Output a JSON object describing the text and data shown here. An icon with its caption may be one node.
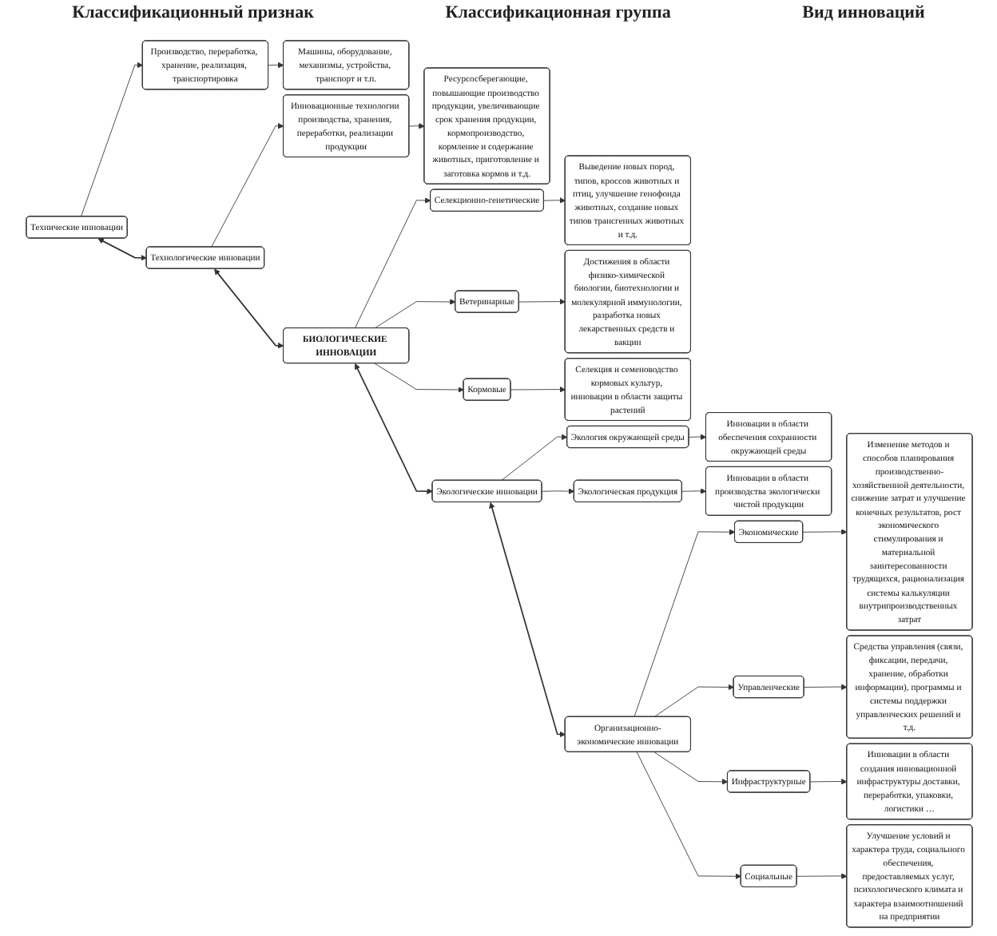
{
  "diagram": {
    "nodes": [
      {
        "text": [
          "Технические инновации"
        ]
      },
      {
        "text": [
          "Производство, переработка, хранение, реализация, транспортировка"
        ]
      },
      {
        "text": [
          "Машины, оборудование, механизмы, устройства, транспорт и т.п."
        ]
      },
      {
        "text": [
          "Технологические инновации"
        ]
      },
      {
        "text": [
          "Инновационные технологии производства, хранения, переработки, реализации продукции"
        ]
      },
      {
        "text": [
          "Ресурсосберегающие, повышающие производство продукции, увеличивающие срок хранения продукции, кормопроизводство, кормление и содержание животных, приготовление и заготовка кормов и т.д."
        ]
      },
      {
        "text": [
          "БИОЛОГИЧЕСКИЕ ИННОВАЦИИ"
        ]
      },
      {
        "text": [
          "Селекционно-генетические"
        ]
      },
      {
        "text": [
          "Выведение новых пород, типов, кроссов животных и птиц, улучшение генофонда животных, создание новых типов трансгенных животных и т.д."
        ]
      },
      {
        "text": [
          "Ветеринарные"
        ]
      },
      {
        "text": [
          "Достижения в области физико-химической биологии, биотехнологии и молекулярной иммунологии, разработка новых лекарственных средств и вакцин"
        ]
      },
      {
        "text": [
          "Кормовые"
        ]
      },
      {
        "text": [
          "Селекция и семеноводство кормовых культур, инновации в области защиты растений"
        ]
      },
      {
        "text": [
          "Экологические инновации"
        ]
      },
      {
        "text": [
          "Экология окружающей среды"
        ]
      },
      {
        "text": [
          "Инновации в области обеспечения сохранности окружающей среды"
        ]
      },
      {
        "text": [
          "Экологическая продукция"
        ]
      },
      {
        "text": [
          "Инновации в области производства экологически чистой продукции"
        ]
      },
      {
        "text": [
          "Организационно-экономические инновации"
        ]
      },
      {
        "text": [
          "Экономические"
        ]
      },
      {
        "text": [
          "Изменение методов и способов планирования производственно-хозяйственной деятельности, снижение затрат и улучшение конечных результатов, рост экономического стимулирования и материальной заинтересованности трудящихся, рационализация системы калькуляции внутрипроизводственных затрат"
        ]
      },
      {
        "text": [
          "Управленческие"
        ]
      },
      {
        "text": [
          "Средства управления (связи, фиксации, передачи, хранение, обработки информации), программы и системы поддержки управленческих решений и т.д."
        ]
      },
      {
        "text": [
          "Инфраструктурные"
        ]
      },
      {
        "text": [
          "Инновации в области создания инновационной инфраструктуры доставки, переработки, упаковки, логистики …"
        ]
      },
      {
        "text": [
          "Социальные"
        ]
      },
      {
        "text": [
          "Улучшение условий и характера труда, социального обеспечения, предоставляемых услуг, психологического климата и характера взаимоотношений на предприятии"
        ]
      }
    ],
    "edges": [
      {
        "from": 0,
        "to": 3,
        "arrow": "both"
      },
      {
        "from": 3,
        "to": 6,
        "arrow": "both"
      },
      {
        "from": 6,
        "to": 13,
        "arrow": "both"
      },
      {
        "from": 13,
        "to": 18,
        "arrow": "both"
      },
      {
        "from": 0,
        "to": 1,
        "arrow": "to"
      },
      {
        "from": 1,
        "to": 2,
        "arrow": "to"
      },
      {
        "from": 3,
        "to": 4,
        "arrow": "to"
      },
      {
        "from": 4,
        "to": 5,
        "arrow": "to"
      },
      {
        "from": 6,
        "to": 7,
        "arrow": "to"
      },
      {
        "from": 6,
        "to": 9,
        "arrow": "to"
      },
      {
        "from": 6,
        "to": 11,
        "arrow": "to"
      },
      {
        "from": 7,
        "to": 8,
        "arrow": "to"
      },
      {
        "from": 9,
        "to": 10,
        "arrow": "to"
      },
      {
        "from": 11,
        "to": 12,
        "arrow": "to"
      },
      {
        "from": 13,
        "to": 14,
        "arrow": "to"
      },
      {
        "from": 13,
        "to": 16,
        "arrow": "to"
      },
      {
        "from": 14,
        "to": 15,
        "arrow": "to"
      },
      {
        "from": 16,
        "to": 17,
        "arrow": "to"
      },
      {
        "from": 18,
        "to": 19,
        "arrow": "to"
      },
      {
        "from": 18,
        "to": 21,
        "arrow": "to"
      },
      {
        "from": 18,
        "to": 23,
        "arrow": "to"
      },
      {
        "from": 18,
        "to": 25,
        "arrow": "to"
      },
      {
        "from": 19,
        "to": 20,
        "arrow": "to"
      },
      {
        "from": 21,
        "to": 22,
        "arrow": "to"
      },
      {
        "from": 23,
        "to": 24,
        "arrow": "to"
      },
      {
        "from": 25,
        "to": 26,
        "arrow": "to"
      }
    ],
    "labels": [
      "Классификационный признак",
      "Классификационная группа",
      "Вид инноваций"
    ]
  }
}
